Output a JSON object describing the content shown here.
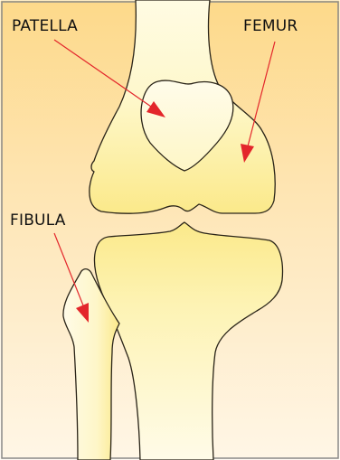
{
  "labels": {
    "patella": "PATELLA",
    "femur": "FEMUR",
    "fibula": "FIBULA"
  },
  "colors": {
    "background_top": "#fdd98a",
    "background_bottom": "#fff6e6",
    "frame_border": "#8a8a8a",
    "bone_light": "#fffbe3",
    "bone_mid": "#fdf3b4",
    "bone_dark": "#fbe98a",
    "outline": "#2a2418",
    "arrow": "#e3262b"
  }
}
